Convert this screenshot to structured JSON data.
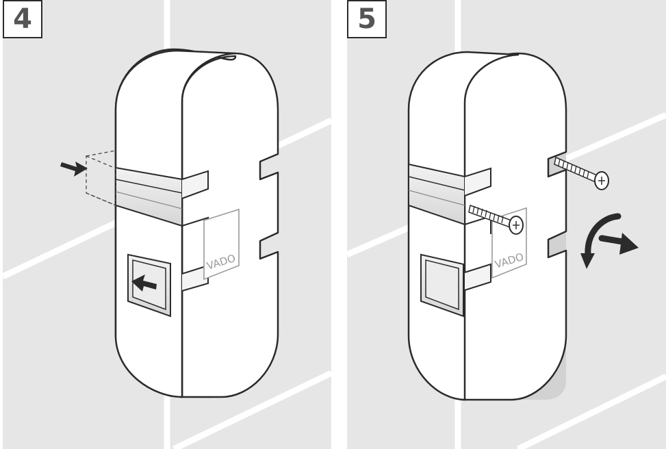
{
  "steps": [
    {
      "number": "4",
      "brand": "VADO"
    },
    {
      "number": "5",
      "brand": "VADO"
    }
  ],
  "colors": {
    "tile": "#e6e6e6",
    "grout": "#ffffff",
    "outline": "#2a2a2a",
    "bracket": "#ffffff",
    "arrow": "#2b2b2b",
    "step_text": "#555555"
  }
}
